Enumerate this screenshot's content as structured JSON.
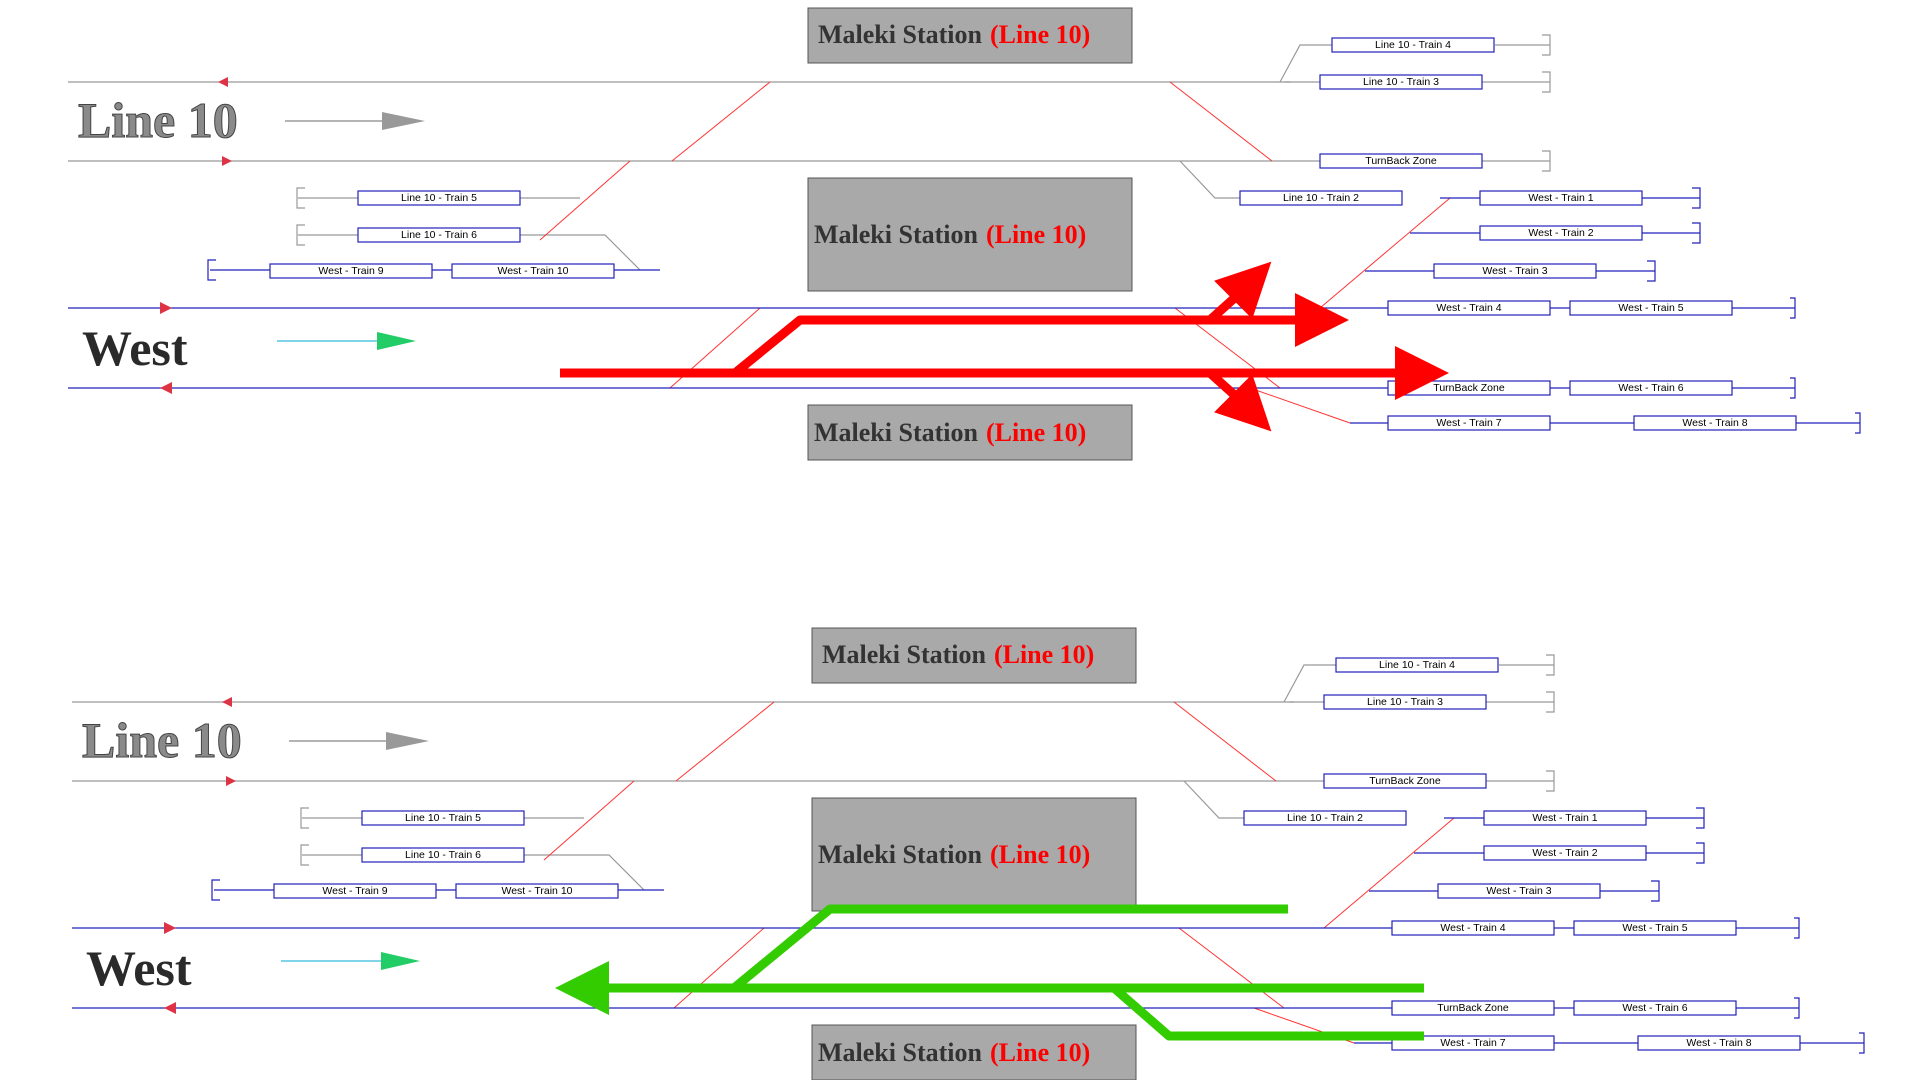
{
  "panels": [
    {
      "id": "top",
      "line_label": "Line 10",
      "west_label": "West",
      "stations": [
        {
          "name": "Maleki Station",
          "line": "(Line 10)"
        },
        {
          "name": "Maleki Station",
          "line": "(Line 10)"
        },
        {
          "name": "Maleki Station",
          "line": "(Line 10)"
        }
      ],
      "blocks": {
        "l10_t4": "Line 10 - Train 4",
        "l10_t3": "Line 10 - Train 3",
        "turnback_top": "TurnBack Zone",
        "l10_t2": "Line 10 - Train 2",
        "l10_t5": "Line 10 - Train 5",
        "l10_t6": "Line 10 - Train 6",
        "w_t9": "West - Train 9",
        "w_t10": "West - Train 10",
        "w_t1": "West - Train 1",
        "w_t2": "West - Train 2",
        "w_t3": "West - Train 3",
        "w_t4": "West - Train 4",
        "w_t5": "West - Train 5",
        "turnback_bottom": "TurnBack Zone",
        "w_t6": "West - Train 6",
        "w_t7": "West - Train 7",
        "w_t8": "West - Train 8"
      },
      "route_color": "#ff0000"
    },
    {
      "id": "bottom",
      "line_label": "Line 10",
      "west_label": "West",
      "stations": [
        {
          "name": "Maleki Station",
          "line": "(Line 10)"
        },
        {
          "name": "Maleki Station",
          "line": "(Line 10)"
        },
        {
          "name": "Maleki Station",
          "line": "(Line 10)"
        }
      ],
      "blocks": {
        "l10_t4": "Line 10 - Train 4",
        "l10_t3": "Line 10 - Train 3",
        "turnback_top": "TurnBack Zone",
        "l10_t2": "Line 10 - Train 2",
        "l10_t5": "Line 10 - Train 5",
        "l10_t6": "Line 10 - Train 6",
        "w_t9": "West - Train 9",
        "w_t10": "West - Train 10",
        "w_t1": "West - Train 1",
        "w_t2": "West - Train 2",
        "w_t3": "West - Train 3",
        "w_t4": "West - Train 4",
        "w_t5": "West - Train 5",
        "turnback_bottom": "TurnBack Zone",
        "w_t6": "West - Train 6",
        "w_t7": "West - Train 7",
        "w_t8": "West - Train 8"
      },
      "route_color": "#33cc00"
    }
  ],
  "colors": {
    "line10_track": "#999999",
    "west_track": "#2222bb",
    "crossover": "#ff2222",
    "block_border": "#2222bb",
    "line10_arrow": "#888888",
    "west_arrow": "#00cc66"
  }
}
